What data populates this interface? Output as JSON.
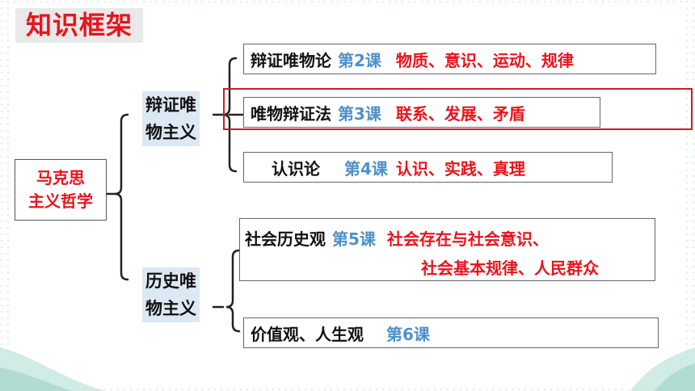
{
  "title": "知识框架",
  "root": {
    "line1": "马克思",
    "line2": "主义哲学"
  },
  "branches": [
    {
      "line1": "辩证唯",
      "line2": "物主义"
    },
    {
      "line1": "历史唯",
      "line2": "物主义"
    }
  ],
  "items": [
    {
      "topic": "辩证唯物论",
      "lesson": "第2课",
      "content": "物质、意识、运动、规律"
    },
    {
      "topic": "唯物辩证法",
      "lesson": "第3课",
      "content": "联系、发展、矛盾"
    },
    {
      "topic": "认识论",
      "lesson": "第4课",
      "content": "认识、实践、真理"
    },
    {
      "topic": "社会历史观",
      "lesson": "第5课",
      "content": "社会存在与社会意识、",
      "content2": "社会基本规律、人民群众"
    },
    {
      "topic": "价值观、人生观",
      "lesson": "第6课",
      "content": ""
    }
  ],
  "colors": {
    "accent": "#e8141c",
    "lesson": "#4e90c8",
    "branch_bg": "#dce8f4"
  }
}
